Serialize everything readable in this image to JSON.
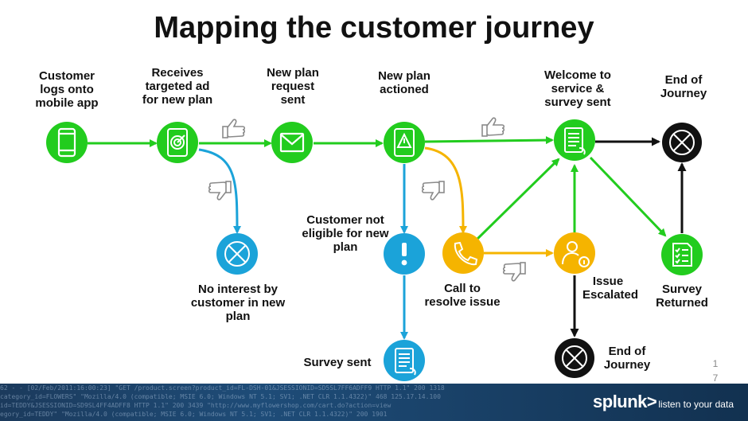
{
  "title": "Mapping the customer journey",
  "labels": {
    "logs_on": "Customer\nlogs onto\nmobile app",
    "targeted_ad": "Receives\ntargeted ad\nfor new plan",
    "request_sent": "New plan\nrequest\nsent",
    "plan_actioned": "New plan\nactioned",
    "welcome": "Welcome to\nservice &\nsurvey sent",
    "end_top": "End of\nJourney",
    "no_interest": "No interest by\ncustomer in new\nplan",
    "not_eligible": "Customer not\neligible for new\nplan",
    "call": "Call to\nresolve issue",
    "escalated": "Issue\nEscalated",
    "survey_returned": "Survey\nReturned",
    "survey_sent": "Survey sent",
    "end_bottom": "End of\nJourney"
  },
  "page_number": "1\n7",
  "footer": {
    "log_lines": [
      "62 - - [02/Feb/2011:16:00:23] \"GET /product.screen?product_id=FL-DSH-01&JSESSIONID=SD5SL7FF6ADFF9 HTTP 1.1\" 200 1318",
      "category_id=FLOWERS\" \"Mozilla/4.0 (compatible; MSIE 6.0; Windows NT 5.1; SV1; .NET CLR 1.1.4322)\" 468 125.17.14.100",
      "id=TEDDY&JSESSIONID=SD9SL4FF4ADFF8 HTTP 1.1\" 200 3439 \"http://www.myflowershop.com/cart.do?action=view",
      "egory_id=TEDDY\" \"Mozilla/4.0 (compatible; MSIE 6.0; Windows NT 5.1; SV1; .NET CLR 1.1.4322)\" 200 1901"
    ],
    "brand": "splunk>",
    "tagline": "listen to your data"
  },
  "colors": {
    "green": "#22cc1e",
    "blue": "#1ba3d9",
    "orange": "#f5b400",
    "black": "#111111"
  }
}
